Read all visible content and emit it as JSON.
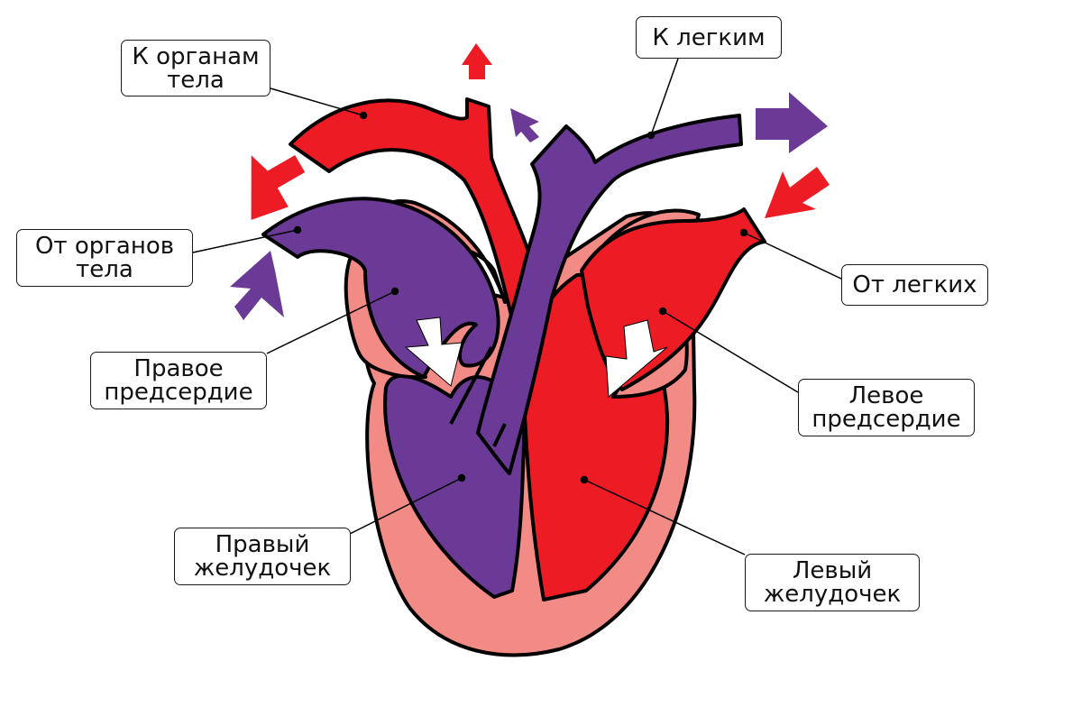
{
  "labels": {
    "to_body": [
      "К органам",
      "тела"
    ],
    "to_lungs": [
      "К легким"
    ],
    "from_body": [
      "От органов",
      "тела"
    ],
    "from_lungs": [
      "От легких"
    ],
    "right_atrium": [
      "Правое",
      "предсердие"
    ],
    "left_atrium": [
      "Левое",
      "предсердие"
    ],
    "right_ventricle": [
      "Правый",
      "желудочек"
    ],
    "left_ventricle": [
      "Левый",
      "желудочек"
    ]
  },
  "colors": {
    "oxygenated": "#ed1c24",
    "deoxygenated": "#6b3a96",
    "heart_wall": "#f28b85",
    "outline": "#000000",
    "flow_arrow": "#ffffff"
  }
}
